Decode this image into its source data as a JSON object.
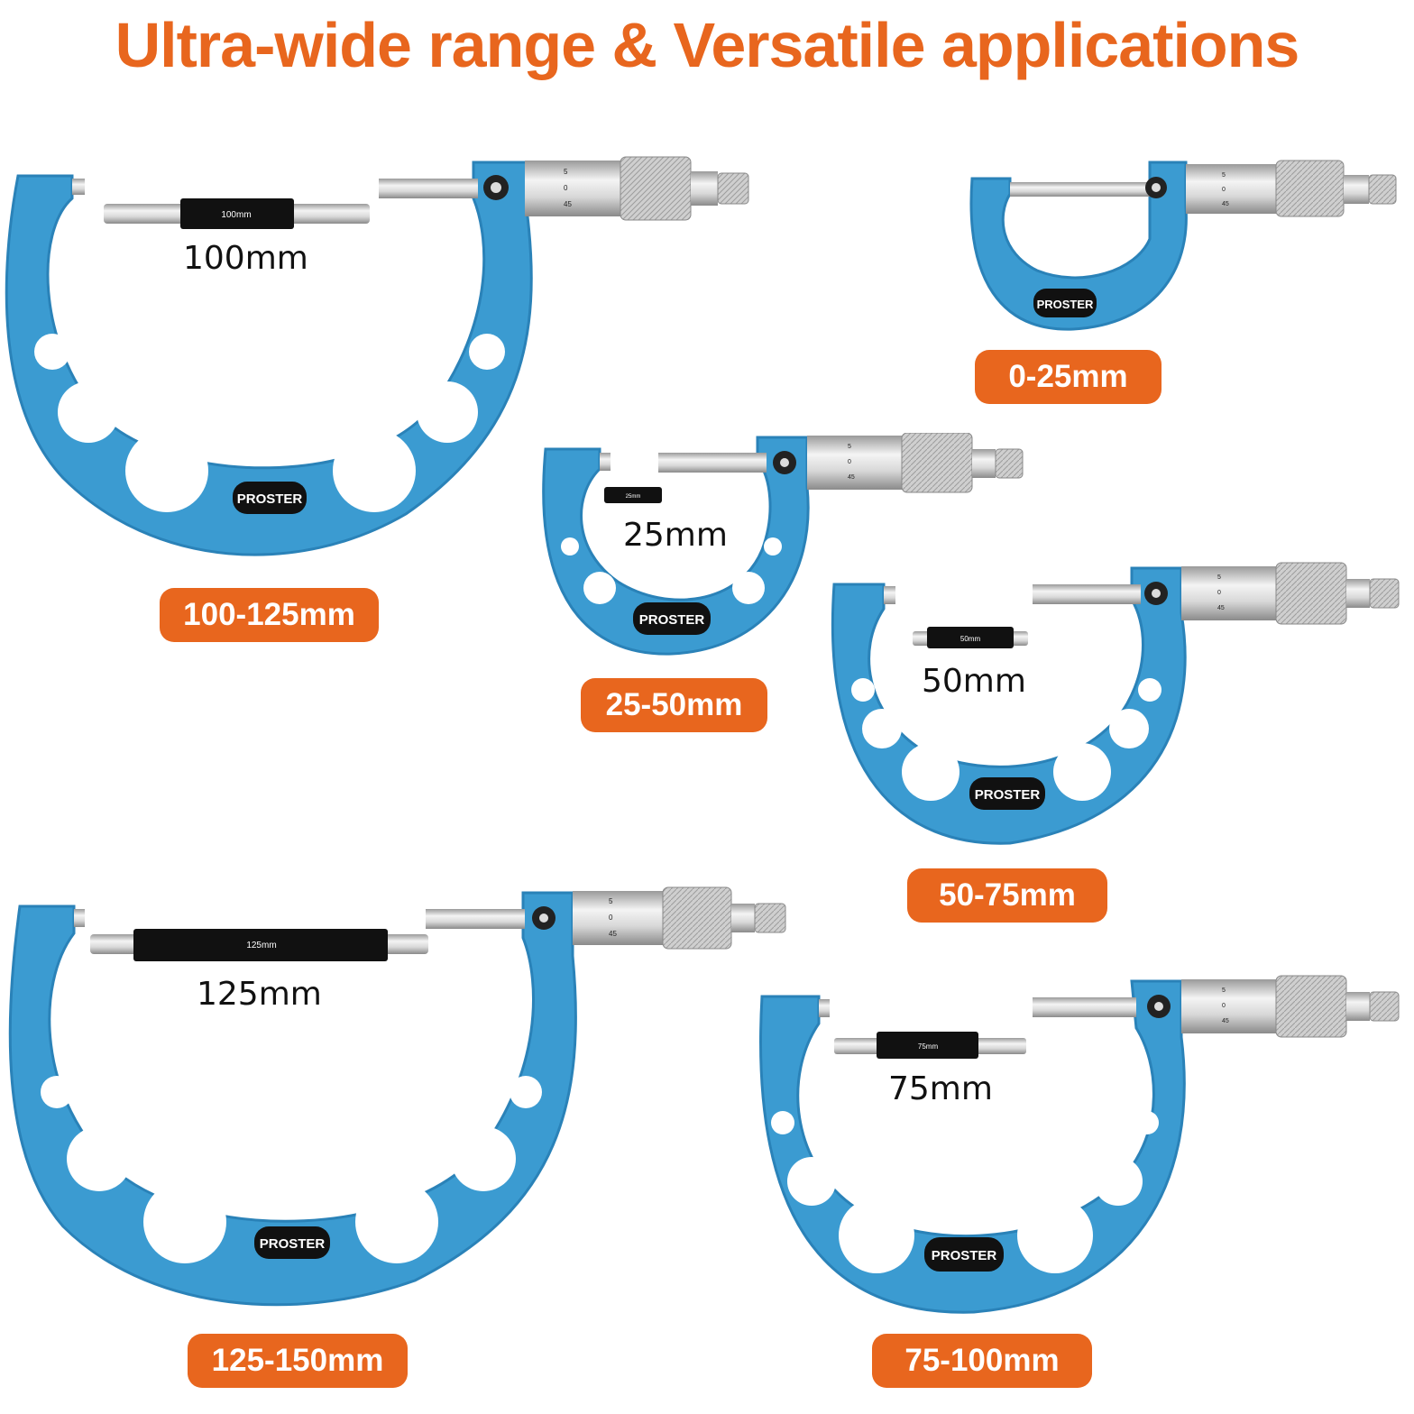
{
  "title": "Ultra-wide range & Versatile applications",
  "colors": {
    "accent": "#e8661e",
    "frame": "#3b9bd1",
    "frame_dark": "#2a82b8",
    "badge_text": "#ffffff"
  },
  "micrometers": [
    {
      "range": "100-125mm",
      "standard": "100mm",
      "standard_small": "100mm",
      "brand": "PROSTER",
      "thimble": [
        "5",
        "0",
        "45"
      ]
    },
    {
      "range": "0-25mm",
      "brand": "PROSTER",
      "thimble": [
        "5",
        "0",
        "45"
      ]
    },
    {
      "range": "25-50mm",
      "standard": "25mm",
      "standard_small": "25mm",
      "brand": "PROSTER",
      "thimble": [
        "5",
        "0",
        "45"
      ]
    },
    {
      "range": "50-75mm",
      "standard": "50mm",
      "standard_small": "50mm",
      "brand": "PROSTER",
      "thimble": [
        "5",
        "0",
        "45"
      ]
    },
    {
      "range": "125-150mm",
      "standard": "125mm",
      "standard_small": "125mm",
      "brand": "PROSTER",
      "thimble": [
        "5",
        "0",
        "45"
      ]
    },
    {
      "range": "75-100mm",
      "standard": "75mm",
      "standard_small": "75mm",
      "brand": "PROSTER",
      "thimble": [
        "5",
        "0",
        "45"
      ]
    }
  ]
}
